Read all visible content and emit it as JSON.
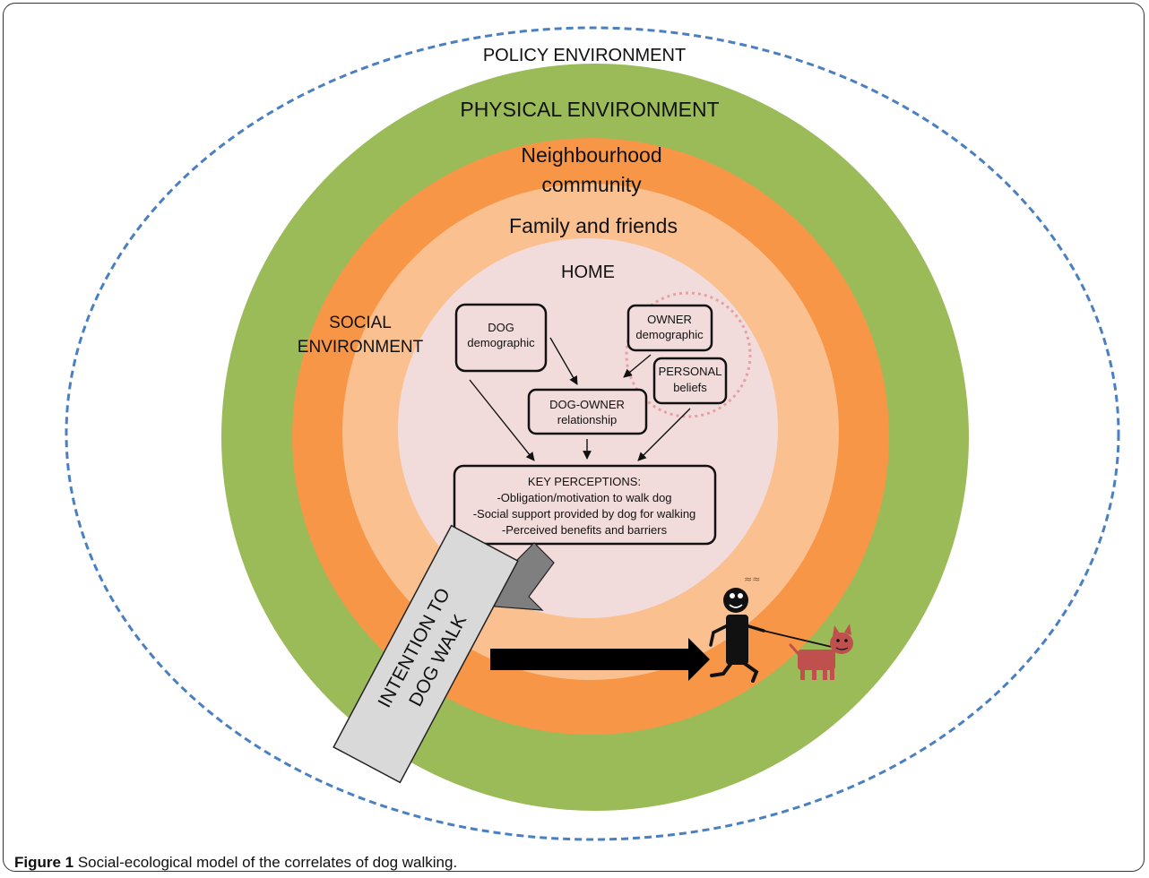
{
  "diagram": {
    "rings": {
      "policy": "POLICY ENVIRONMENT",
      "physical": "PHYSICAL ENVIRONMENT",
      "neighbourhood_line1": "Neighbourhood",
      "neighbourhood_line2": "community",
      "family": "Family and friends",
      "home": "HOME"
    },
    "social_environment": {
      "line1": "SOCIAL",
      "line2": "ENVIRONMENT"
    },
    "boxes": {
      "dog": {
        "line1": "DOG",
        "line2": "demographic"
      },
      "owner": {
        "line1": "OWNER",
        "line2": "demographic"
      },
      "personal": {
        "line1": "PERSONAL",
        "line2": "beliefs"
      },
      "dog_owner": {
        "line1": "DOG-OWNER",
        "line2": "relationship"
      },
      "key_perceptions": {
        "line1": "KEY PERCEPTIONS:",
        "line2": "-Obligation/motivation to walk dog",
        "line3": "-Social support provided by dog  for walking",
        "line4": "-Perceived benefits and barriers"
      }
    },
    "intention": {
      "line1": "INTENTION TO",
      "line2": "DOG WALK"
    },
    "colors": {
      "policy_ring_stroke": "#4a7fc1",
      "physical": "#9bbb59",
      "neighbourhood": "#f79646",
      "family": "#fac090",
      "home": "#f2dcdb",
      "owner_highlight": "#e6a0a6",
      "intention_box": "#d9d9d9",
      "arrow_gray": "#7f7f7f",
      "dog": "#c0504d"
    }
  },
  "caption": {
    "label": "Figure 1",
    "text": " Social-ecological model of the correlates of dog walking."
  }
}
